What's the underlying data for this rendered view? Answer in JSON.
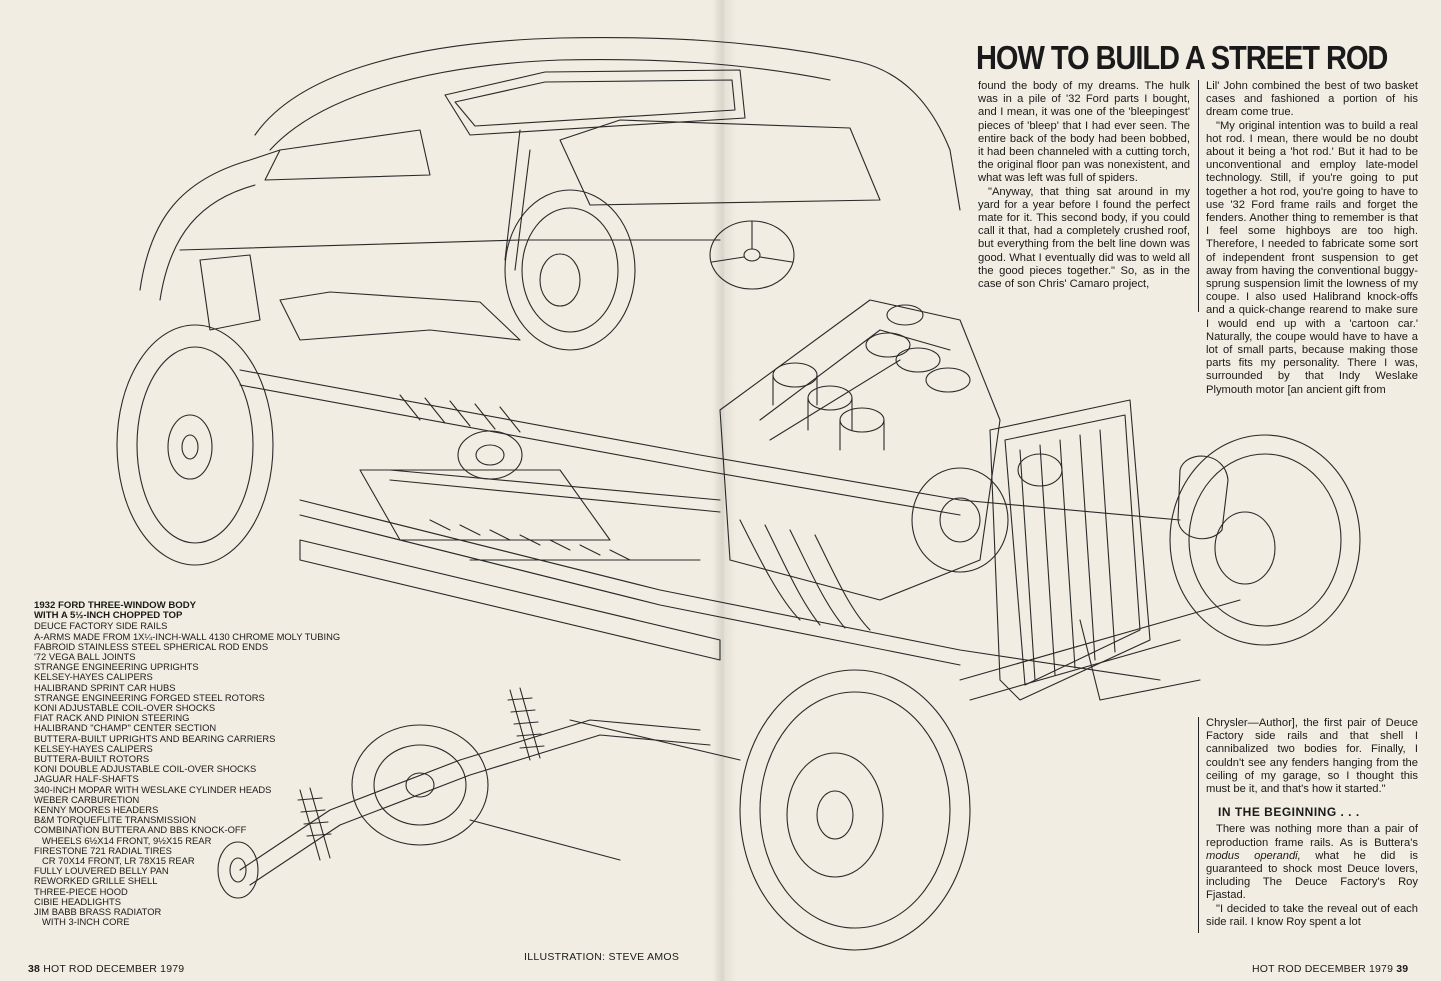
{
  "headline": "HOW TO BUILD A STREET ROD",
  "column_1": [
    "found the body of my dreams. The hulk was in a pile of '32 Ford parts I bought, and I mean, it was one of the 'bleepingest' pieces of 'bleep' that I had ever seen. The entire back of the body had been bobbed, it had been channeled with a cutting torch, the original floor pan was nonexistent, and what was left was full of spiders.",
    "\"Anyway, that thing sat around in my yard for a year before I found the perfect mate for it. This second body, if you could call it that, had a completely crushed roof, but everything from the belt line down was good. What I eventually did was to weld all the good pieces together.\" So, as in the case of son Chris' Camaro project,"
  ],
  "column_2": [
    "Lil' John combined the best of two basket cases and fashioned a portion of his dream come true.",
    "\"My original intention was to build a real hot rod. I mean, there would be no doubt about it being a 'hot rod.' But it had to be unconventional and employ late-model technology. Still, if you're going to put together a hot rod, you're going to have to use '32 Ford frame rails and forget the fenders. Another thing to remember is that I feel some highboys are too high. Therefore, I needed to fabricate some sort of independent front suspension to get away from having the conventional buggy-sprung suspension limit the lowness of my coupe. I also used Halibrand knock-offs and a quick-change rearend to make sure I would end up with a 'cartoon car.' Naturally, the coupe would have to have a lot of small parts, because making those parts fits my personality. There I was, surrounded by that Indy Weslake Plymouth motor [an ancient gift from"
  ],
  "column_3": {
    "continued": "Chrysler—Author], the first pair of Deuce Factory side rails and that shell I cannibalized two bodies for. Finally, I couldn't see any fenders hanging from the ceiling of my garage, so I thought this must be it, and that's how it started.\"",
    "subhead": "IN THE BEGINNING . . .",
    "p1_before": "There was nothing more than a pair of reproduction frame rails. As is Buttera's ",
    "p1_italic": "modus operandi,",
    "p1_after": " what he did is guaranteed to shock most Deuce lovers, including The Deuce Factory's Roy Fjastad.",
    "p2": "\"I decided to take the reveal out of each side rail. I know Roy spent a lot"
  },
  "specs": {
    "title_line_1": "1932 FORD THREE-WINDOW BODY",
    "title_line_2": "WITH A 5½-INCH CHOPPED TOP",
    "items": [
      "DEUCE FACTORY SIDE RAILS",
      "A-ARMS MADE FROM 1X¼-INCH-WALL 4130 CHROME MOLY TUBING",
      "FABROID STAINLESS STEEL SPHERICAL ROD ENDS",
      "'72 VEGA BALL JOINTS",
      "STRANGE ENGINEERING UPRIGHTS",
      "KELSEY-HAYES CALIPERS",
      "HALIBRAND SPRINT CAR HUBS",
      "STRANGE ENGINEERING FORGED STEEL ROTORS",
      "KONI ADJUSTABLE COIL-OVER SHOCKS",
      "FIAT RACK AND PINION STEERING",
      "HALIBRAND \"CHAMP\" CENTER SECTION",
      "BUTTERA-BUILT UPRIGHTS AND BEARING CARRIERS",
      "KELSEY-HAYES CALIPERS",
      "BUTTERA-BUILT ROTORS",
      "KONI DOUBLE ADJUSTABLE COIL-OVER SHOCKS",
      "JAGUAR HALF-SHAFTS",
      "340-INCH MOPAR WITH WESLAKE CYLINDER HEADS",
      "WEBER CARBURETION",
      "KENNY MOORES HEADERS",
      "B&M TORQUEFLITE TRANSMISSION",
      "COMBINATION BUTTERA AND BBS KNOCK-OFF",
      "WHEELS 6½X14 FRONT, 9½X15 REAR",
      "FIRESTONE 721 RADIAL TIRES",
      "CR 70X14 FRONT, LR 78X15 REAR",
      "FULLY LOUVERED BELLY PAN",
      "REWORKED GRILLE SHELL",
      "THREE-PIECE HOOD",
      "CIBIE HEADLIGHTS",
      "JIM BABB BRASS RADIATOR",
      "WITH 3-INCH CORE"
    ]
  },
  "credit": "ILLUSTRATION: STEVE AMOS",
  "folio_left": {
    "page": "38",
    "text": "HOT ROD DECEMBER 1979"
  },
  "folio_right": {
    "page": "39",
    "text": "HOT ROD DECEMBER 1979"
  },
  "colors": {
    "paper": "#f1ede2",
    "ink": "#1a1a1a"
  }
}
